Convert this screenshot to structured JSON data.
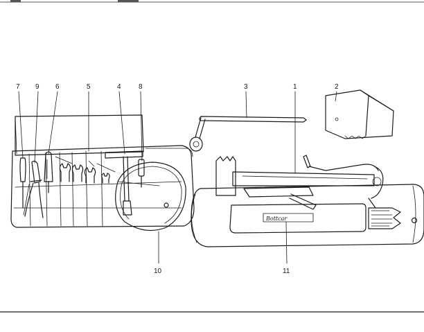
{
  "labels": {
    "l1": "1",
    "l2": "2",
    "l3": "3",
    "l4": "4",
    "l5": "5",
    "l6": "6",
    "l7": "7",
    "l8": "8",
    "l9": "9",
    "l10": "10",
    "l11": "11"
  },
  "brand_text": "Bottcar"
}
